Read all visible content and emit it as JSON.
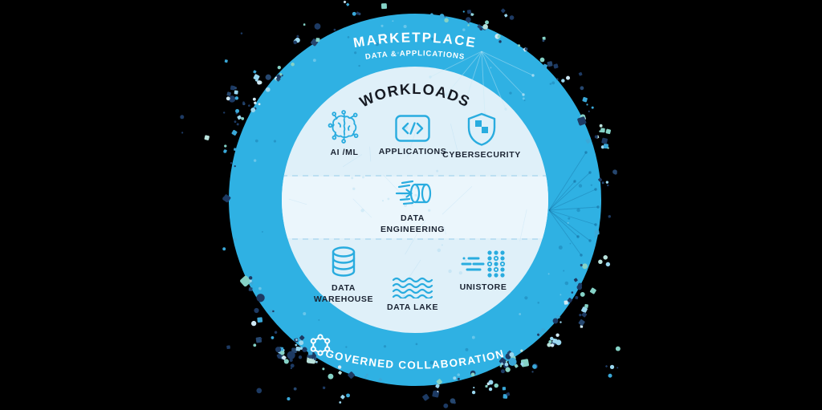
{
  "colors": {
    "ring_blue": "#2FB1E3",
    "inner_light_blue": "#DFF0F9",
    "mid_band_blue": "#EBF6FC",
    "icon_blue": "#29ACDF",
    "label_dark": "#1B2433",
    "text_white": "#FFFFFF",
    "scatter_navy": "#1D3A63",
    "scatter_teal": "#85D2C6"
  },
  "outer_ring": {
    "top_title": "MARKETPLACE",
    "top_subtitle": "DATA & APPLICATIONS",
    "bottom_title": "GOVERNED COLLABORATION",
    "bottom_icon": "hexagon-network-icon"
  },
  "workloads_section": {
    "title": "WORKLOADS",
    "items": [
      {
        "id": "ai-ml",
        "icon": "brain-circuit-icon",
        "lines": [
          "AI /ML"
        ]
      },
      {
        "id": "applications",
        "icon": "code-window-icon",
        "lines": [
          "APPLICATIONS"
        ]
      },
      {
        "id": "cybersecurity",
        "icon": "shield-icon",
        "lines": [
          "CYBERSECURITY"
        ]
      },
      {
        "id": "data-engineering",
        "icon": "pipeline-icon",
        "lines": [
          "DATA",
          "ENGINEERING"
        ]
      },
      {
        "id": "data-warehouse",
        "icon": "database-icon",
        "lines": [
          "DATA",
          "WAREHOUSE"
        ]
      },
      {
        "id": "data-lake",
        "icon": "waves-icon",
        "lines": [
          "DATA LAKE"
        ]
      },
      {
        "id": "unistore",
        "icon": "dot-matrix-icon",
        "lines": [
          "UNISTORE"
        ]
      }
    ]
  }
}
